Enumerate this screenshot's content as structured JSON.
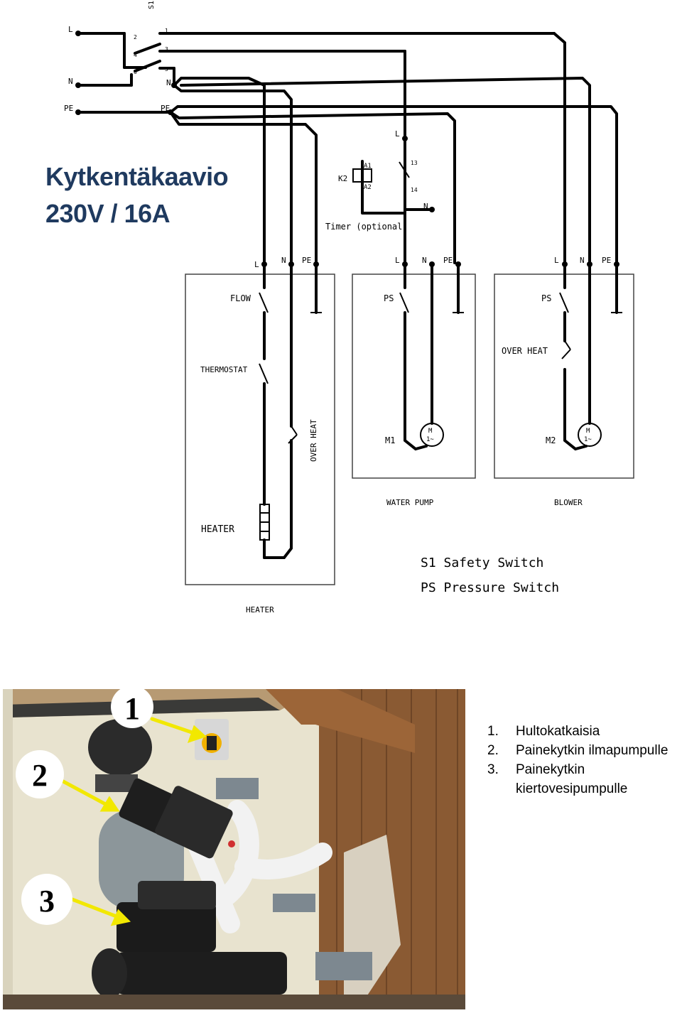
{
  "diagram": {
    "title_line1": "Kytkentäkaavio",
    "title_line2": "230V / 16A",
    "supply": {
      "l": "L",
      "n": "N",
      "pe": "PE"
    },
    "switch_s1": {
      "name": "S1",
      "terminals": [
        "1",
        "2",
        "3",
        "4",
        "5",
        "6"
      ],
      "n_out": "N",
      "pe_out": "PE"
    },
    "timer": {
      "contactor": "K2",
      "coil_a1": "A1",
      "coil_a2": "A2",
      "contact_13": "13",
      "contact_14": "14",
      "l": "L",
      "n": "N",
      "label": "Timer (optional)"
    },
    "terminals": {
      "l": "L",
      "n": "N",
      "pe": "PE"
    },
    "heater_box": {
      "flow": "FLOW",
      "thermostat": "THERMOSTAT",
      "over_heat": "OVER HEAT",
      "heater": "HEATER",
      "caption": "HEATER"
    },
    "pump_box": {
      "ps": "PS",
      "m": "M1",
      "motor_top": "M",
      "motor_bottom": "1~",
      "caption": "WATER PUMP"
    },
    "blower_box": {
      "ps": "PS",
      "over_heat": "OVER HEAT",
      "m": "M2",
      "motor_top": "M",
      "motor_bottom": "1~",
      "caption": "BLOWER"
    },
    "notes": {
      "s1": "S1 Safety Switch",
      "ps": "PS Pressure Switch"
    }
  },
  "photo": {
    "callouts": [
      "1",
      "2",
      "3"
    ]
  },
  "legend": [
    {
      "num": "1.",
      "text": "Hultokatkaisia"
    },
    {
      "num": "2.",
      "text": "Painekytkin ilmapumpulle"
    },
    {
      "num": "3.",
      "text": "Painekytkin kiertovesipumpulle"
    }
  ]
}
